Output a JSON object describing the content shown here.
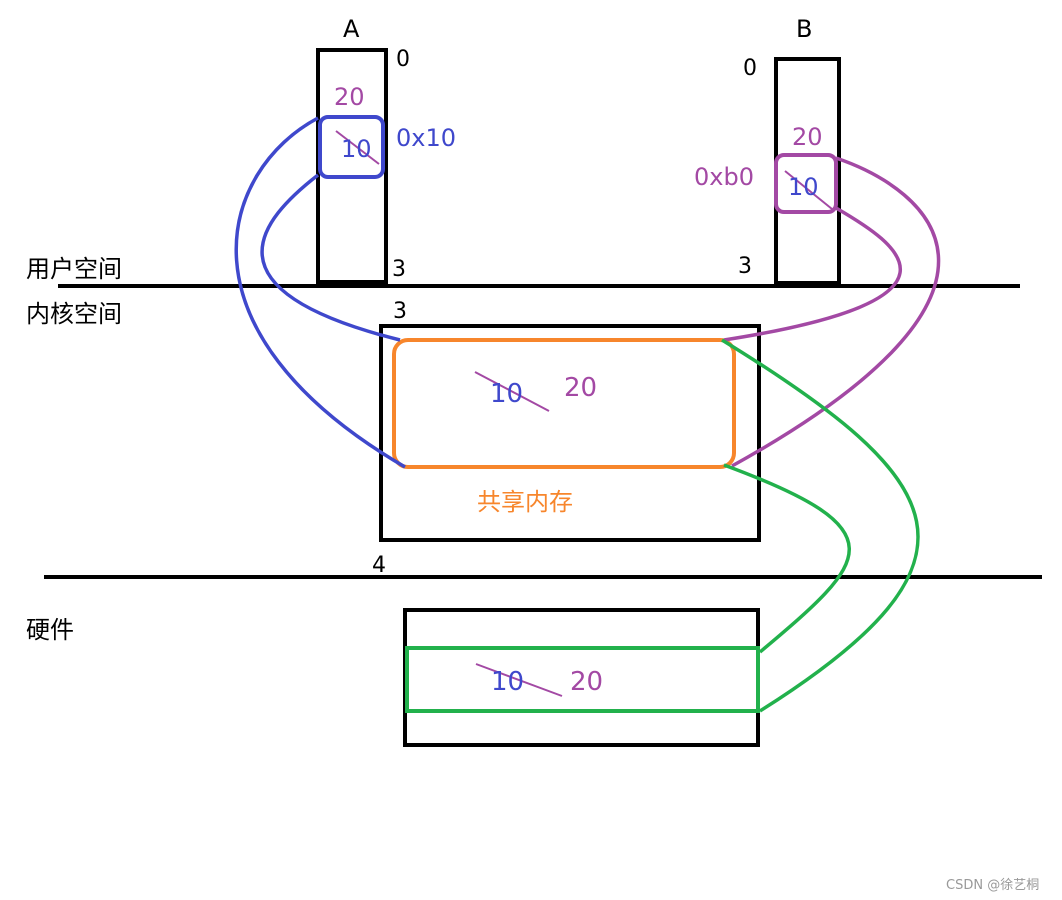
{
  "labels": {
    "process_a": "A",
    "process_b": "B",
    "user_space": "用户空间",
    "kernel_space": "内核空间",
    "hardware": "硬件",
    "shared_memory": "共享内存",
    "a_addr_top": "0",
    "a_addr_bottom": "3",
    "b_addr_top": "0",
    "b_addr_bottom": "3",
    "kernel_top": "3",
    "kernel_bottom": "4",
    "a_virtual_addr": "0x10",
    "b_virtual_addr": "0xb0",
    "a_new_value": "20",
    "a_old_value": "10",
    "b_new_value": "20",
    "b_old_value": "10",
    "kernel_old_value": "10",
    "kernel_new_value": "20",
    "hw_old_value": "10",
    "hw_new_value": "20",
    "watermark": "CSDN @徐艺桐"
  },
  "colors": {
    "black": "#000000",
    "blue": "#3f48cc",
    "purple": "#a349a4",
    "orange": "#f7862c",
    "green": "#22b14c",
    "watermark": "#999999"
  }
}
